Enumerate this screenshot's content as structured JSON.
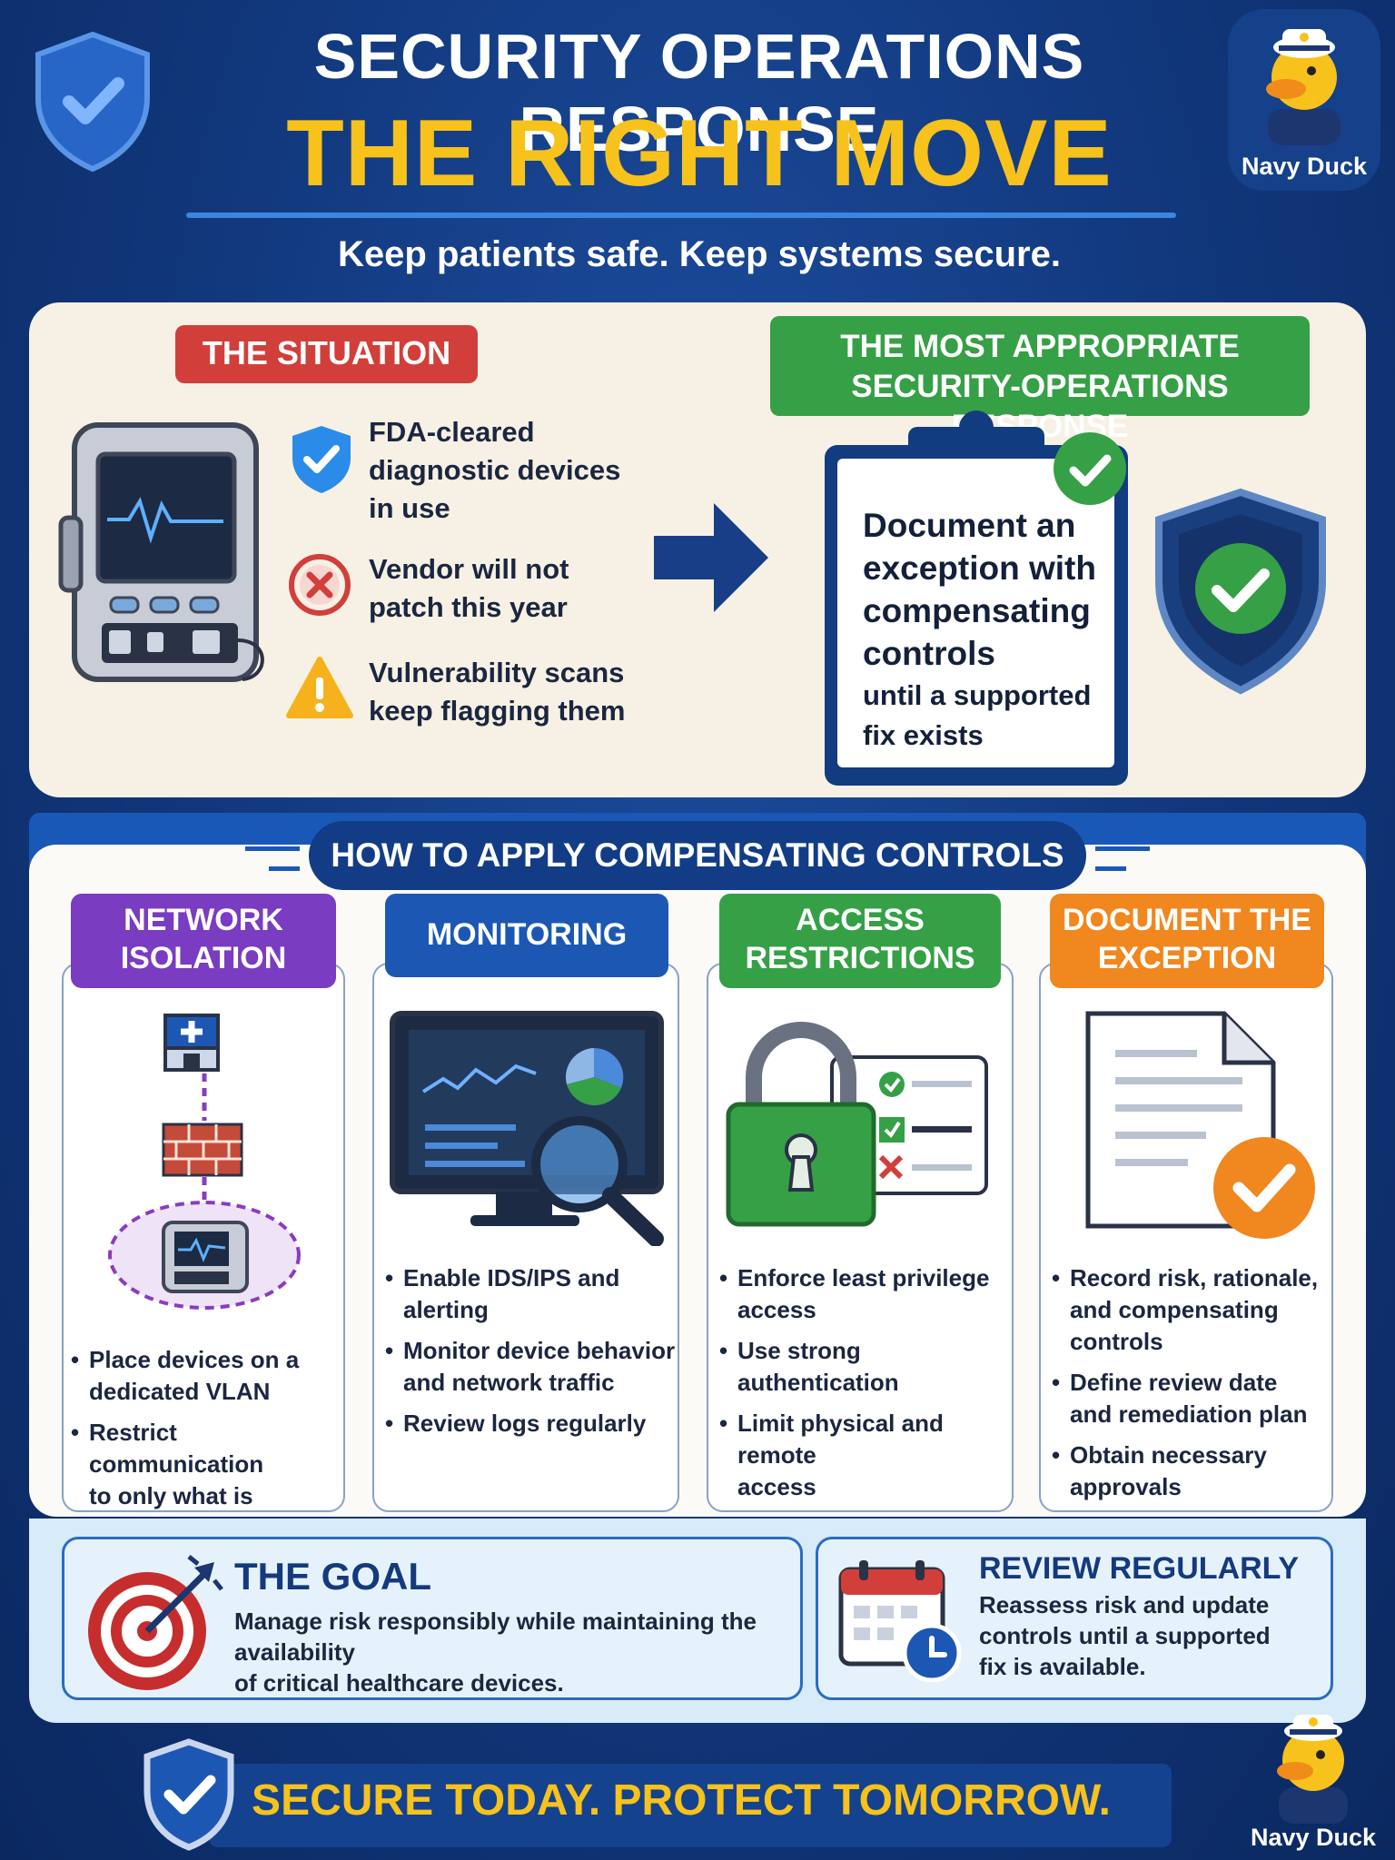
{
  "header": {
    "title_line1": "SECURITY OPERATIONS RESPONSE",
    "title_line2": "THE RIGHT MOVE",
    "tagline": "Keep patients safe. Keep systems secure.",
    "mascot_label": "Navy Duck"
  },
  "situation": {
    "tag": "THE SITUATION",
    "items": [
      {
        "icon": "shield-check-icon",
        "lines": [
          "FDA-cleared",
          "diagnostic devices",
          "in use"
        ]
      },
      {
        "icon": "x-circle-icon",
        "lines": [
          "Vendor will not",
          "patch this year"
        ]
      },
      {
        "icon": "warning-triangle-icon",
        "lines": [
          "Vulnerability scans",
          "keep flagging them"
        ]
      }
    ]
  },
  "response": {
    "tag_line1": "THE MOST APPROPRIATE",
    "tag_line2": "SECURITY-OPERATIONS RESPONSE",
    "head_lines": [
      "Document an",
      "exception with",
      "compensating",
      "controls"
    ],
    "sub_lines": [
      "until a supported",
      "fix exists"
    ]
  },
  "controls": {
    "title": "HOW TO APPLY COMPENSATING CONTROLS",
    "columns": [
      {
        "tag_lines": [
          "NETWORK",
          "ISOLATION"
        ],
        "color": "#7a3cc0",
        "bullets": [
          [
            "Place devices on a",
            "dedicated VLAN"
          ],
          [
            "Restrict communication",
            "to only what is required"
          ]
        ]
      },
      {
        "tag_lines": [
          "MONITORING"
        ],
        "color": "#1c58b3",
        "bullets": [
          [
            "Enable IDS/IPS and",
            "alerting"
          ],
          [
            "Monitor device behavior",
            "and network traffic"
          ],
          [
            "Review logs regularly"
          ]
        ]
      },
      {
        "tag_lines": [
          "ACCESS",
          "RESTRICTIONS"
        ],
        "color": "#36a046",
        "bullets": [
          [
            "Enforce least privilege",
            "access"
          ],
          [
            "Use strong authentication"
          ],
          [
            "Limit physical and remote",
            "access"
          ]
        ]
      },
      {
        "tag_lines": [
          "DOCUMENT THE",
          "EXCEPTION"
        ],
        "color": "#f0871f",
        "bullets": [
          [
            "Record risk, rationale,",
            "and compensating",
            "controls"
          ],
          [
            "Define review date",
            "and remediation plan"
          ],
          [
            "Obtain necessary",
            "approvals"
          ]
        ]
      }
    ]
  },
  "goal": {
    "heading": "THE GOAL",
    "lines": [
      "Manage risk responsibly while maintaining the availability",
      "of critical healthcare devices."
    ]
  },
  "review": {
    "heading": "REVIEW REGULARLY",
    "lines": [
      "Reassess risk and update",
      "controls until a supported",
      "fix is available."
    ]
  },
  "footer": {
    "text": "SECURE TODAY.  PROTECT TOMORROW.",
    "mascot_label": "Navy Duck"
  },
  "colors": {
    "background": "#123a80",
    "accent_yellow": "#f7c21b",
    "situation_red": "#d23f3a",
    "response_green": "#36a046"
  }
}
